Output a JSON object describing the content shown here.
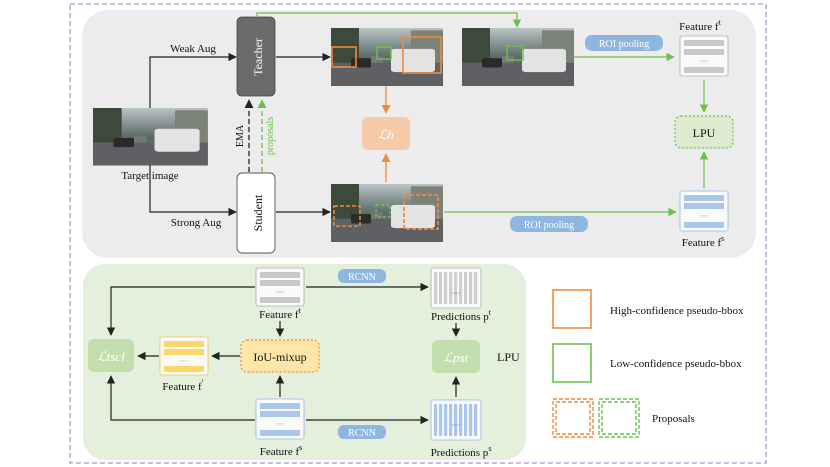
{
  "top": {
    "weak_aug": "Weak Aug",
    "strong_aug": "Strong Aug",
    "teacher": "Teacher",
    "student": "Student",
    "target_image": "Target  image",
    "ema": "EMA",
    "proposals": "proposals",
    "loss_h": "ℒh",
    "roi_pooling_top": "ROI pooling",
    "roi_pooling_bottom": "ROI pooling",
    "feature_ft": "Feature f",
    "feature_ft_sup": "t",
    "feature_fs": "Feature f",
    "feature_fs_sup": "s",
    "lpu": "LPU"
  },
  "bottom": {
    "feature_ft": "Feature f",
    "feature_ft_sup": "t",
    "feature_fs": "Feature f",
    "feature_fs_sup": "s",
    "feature_fprime": "Feature f",
    "feature_fprime_sup": "′",
    "iou_mixup": "IoU-mixup",
    "rcnn_top": "RCNN",
    "rcnn_bottom": "RCNN",
    "predictions_pt": "Predictions p",
    "predictions_pt_sup": "t",
    "predictions_ps": "Predictions p",
    "predictions_ps_sup": "s",
    "loss_tscl": "ℒtscl",
    "loss_pst": "ℒpst",
    "lpu_label": "LPU"
  },
  "legend": {
    "high": "High-confidence pseudo-bbox",
    "low": "Low-confidence pseudo-bbox",
    "proposals": "Proposals"
  },
  "colors": {
    "orange": "#f08a3c",
    "green": "#6fbf4f",
    "blue": "#8fb6e0",
    "gray_panel": "#ececec",
    "green_panel": "#e4efdc",
    "frame": "#b7a6d8"
  }
}
